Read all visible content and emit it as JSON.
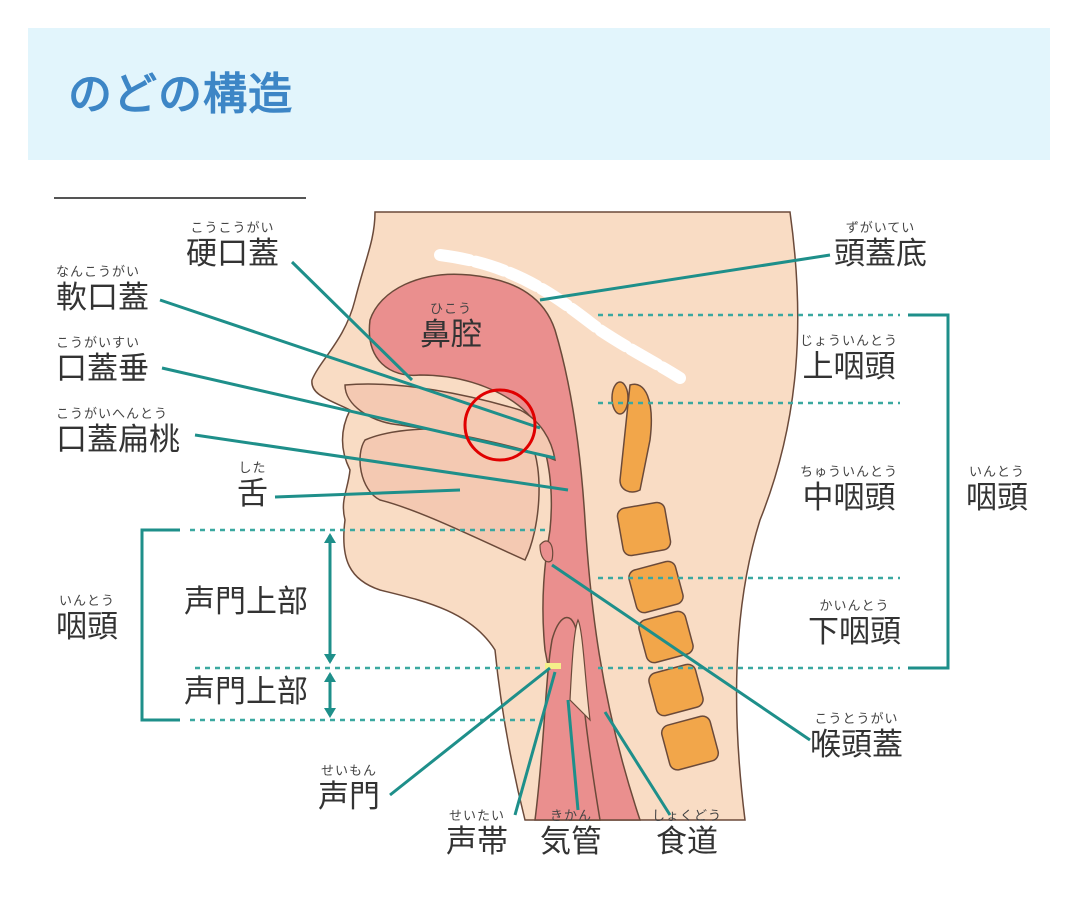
{
  "header": {
    "title": "のどの構造"
  },
  "colors": {
    "banner": "#e2f5fc",
    "title": "#3d86c6",
    "leader": "#1e8f8a",
    "skin": "#f9dcc4",
    "airway": "#ea8f8e",
    "bone": "#f2a64a",
    "highlight": "#e00000"
  },
  "labels": {
    "hard_palate": {
      "ruby": "こうこうがい",
      "text": "硬口蓋"
    },
    "soft_palate": {
      "ruby": "なんこうがい",
      "text": "軟口蓋"
    },
    "uvula": {
      "ruby": "こうがいすい",
      "text": "口蓋垂"
    },
    "palatine_tonsil": {
      "ruby": "こうがいへんとう",
      "text": "口蓋扁桃"
    },
    "tongue": {
      "ruby": "した",
      "text": "舌"
    },
    "pharynx_left": {
      "ruby": "いんとう",
      "text": "咽頭"
    },
    "supraglottic_1": {
      "text": "声門上部"
    },
    "supraglottic_2": {
      "text": "声門上部"
    },
    "glottis": {
      "ruby": "せいもん",
      "text": "声門"
    },
    "vocal_cords": {
      "ruby": "せいたい",
      "text": "声帯"
    },
    "trachea": {
      "ruby": "きかん",
      "text": "気管"
    },
    "esophagus": {
      "ruby": "しょくどう",
      "text": "食道"
    },
    "epiglottis": {
      "ruby": "こうとうがい",
      "text": "喉頭蓋"
    },
    "hypopharynx": {
      "ruby": "かいんとう",
      "text": "下咽頭"
    },
    "oropharynx": {
      "ruby": "ちゅういんとう",
      "text": "中咽頭"
    },
    "nasopharynx": {
      "ruby": "じょういんとう",
      "text": "上咽頭"
    },
    "skull_base": {
      "ruby": "ずがいてい",
      "text": "頭蓋底"
    },
    "pharynx_right": {
      "ruby": "いんとう",
      "text": "咽頭"
    },
    "nasal_cavity": {
      "ruby": "ひこう",
      "text": "鼻腔"
    }
  }
}
